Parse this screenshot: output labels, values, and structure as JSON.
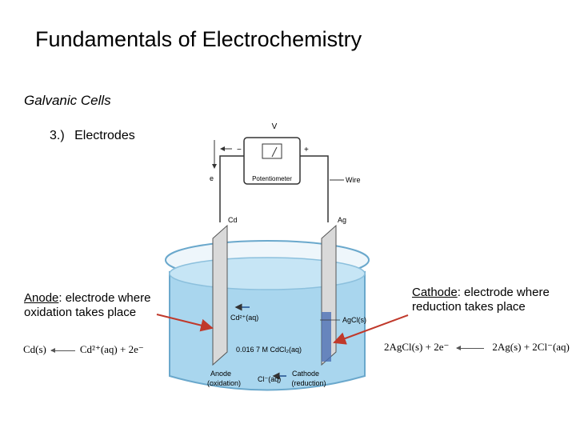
{
  "slide": {
    "title": "Fundamentals of Electrochemistry",
    "subtitle": "Galvanic Cells",
    "item_number": "3.)",
    "item_text": "Electrodes"
  },
  "anode": {
    "term": "Anode",
    "description": ": electrode where oxidation takes place",
    "equation_left": "Cd(s)",
    "equation_right": "Cd²⁺(aq) + 2e⁻"
  },
  "cathode": {
    "term": "Cathode",
    "description": ": electrode where reduction takes place",
    "equation_left": "2AgCl(s) + 2e⁻",
    "equation_right": "2Ag(s) + 2Cl⁻(aq)"
  },
  "cell": {
    "voltmeter": "V",
    "potentiometer": "Potentiometer",
    "wire": "Wire",
    "minus": "−",
    "plus": "+",
    "electron": "e",
    "cd_electrode": "Cd",
    "ag_electrode": "Ag",
    "cd_ion": "Cd²⁺(aq)",
    "agcl": "AgCl(s)",
    "solution": "0.016 7 M CdCl₂(aq)",
    "cl_ion": "Cl⁻(aq)",
    "anode_label": "Anode",
    "anode_sub": "(oxidation)",
    "cathode_label": "Cathode",
    "cathode_sub": "(reduction)"
  },
  "colors": {
    "solution": "#a9d6ee",
    "electrode": "#d9d9d9",
    "pointer_arrow": "#c0392b",
    "wire": "#333333"
  }
}
